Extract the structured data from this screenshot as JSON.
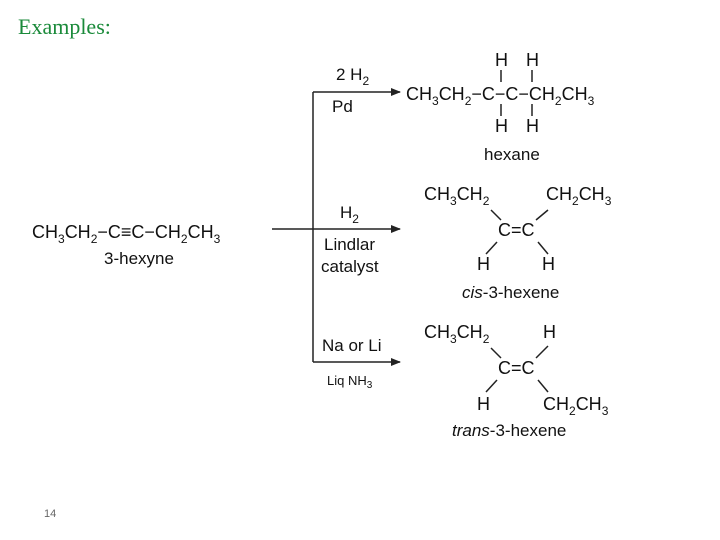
{
  "title": "Examples:",
  "page_number": "14",
  "reactant": {
    "parts": [
      "CH",
      "3",
      "CH",
      "2",
      "−C≡C−CH",
      "2",
      "CH",
      "3"
    ],
    "name": "3-hexyne"
  },
  "reactions": [
    {
      "reagent_top": [
        "2 H",
        "2"
      ],
      "reagent_bottom": "Pd",
      "product": {
        "chain_left": [
          "CH",
          "3",
          "CH",
          "2",
          "−C−C−CH",
          "2",
          "CH",
          "3"
        ],
        "h": "H",
        "name": "hexane"
      }
    },
    {
      "reagent_top": [
        "H",
        "2"
      ],
      "reagent_line2": "Lindlar",
      "reagent_line3": "catalyst",
      "product": {
        "top_left": [
          "CH",
          "3",
          "CH",
          "2"
        ],
        "top_right": [
          "CH",
          "2",
          "CH",
          "3"
        ],
        "center": "C=C",
        "bottom_left": "H",
        "bottom_right": "H",
        "name_italic": "cis",
        "name_rest": "-3-hexene"
      }
    },
    {
      "reagent_top": "Na or Li",
      "reagent_bottom": [
        "Liq NH",
        "3"
      ],
      "product": {
        "top_left": [
          "CH",
          "3",
          "CH",
          "2"
        ],
        "top_right": "H",
        "center": "C=C",
        "bottom_left": "H",
        "bottom_right": [
          "CH",
          "2",
          "CH",
          "3"
        ],
        "name_italic": "trans",
        "name_rest": "-3-hexene"
      }
    }
  ],
  "colors": {
    "title": "#1a8a3a",
    "line": "#222222",
    "text": "#111111"
  }
}
